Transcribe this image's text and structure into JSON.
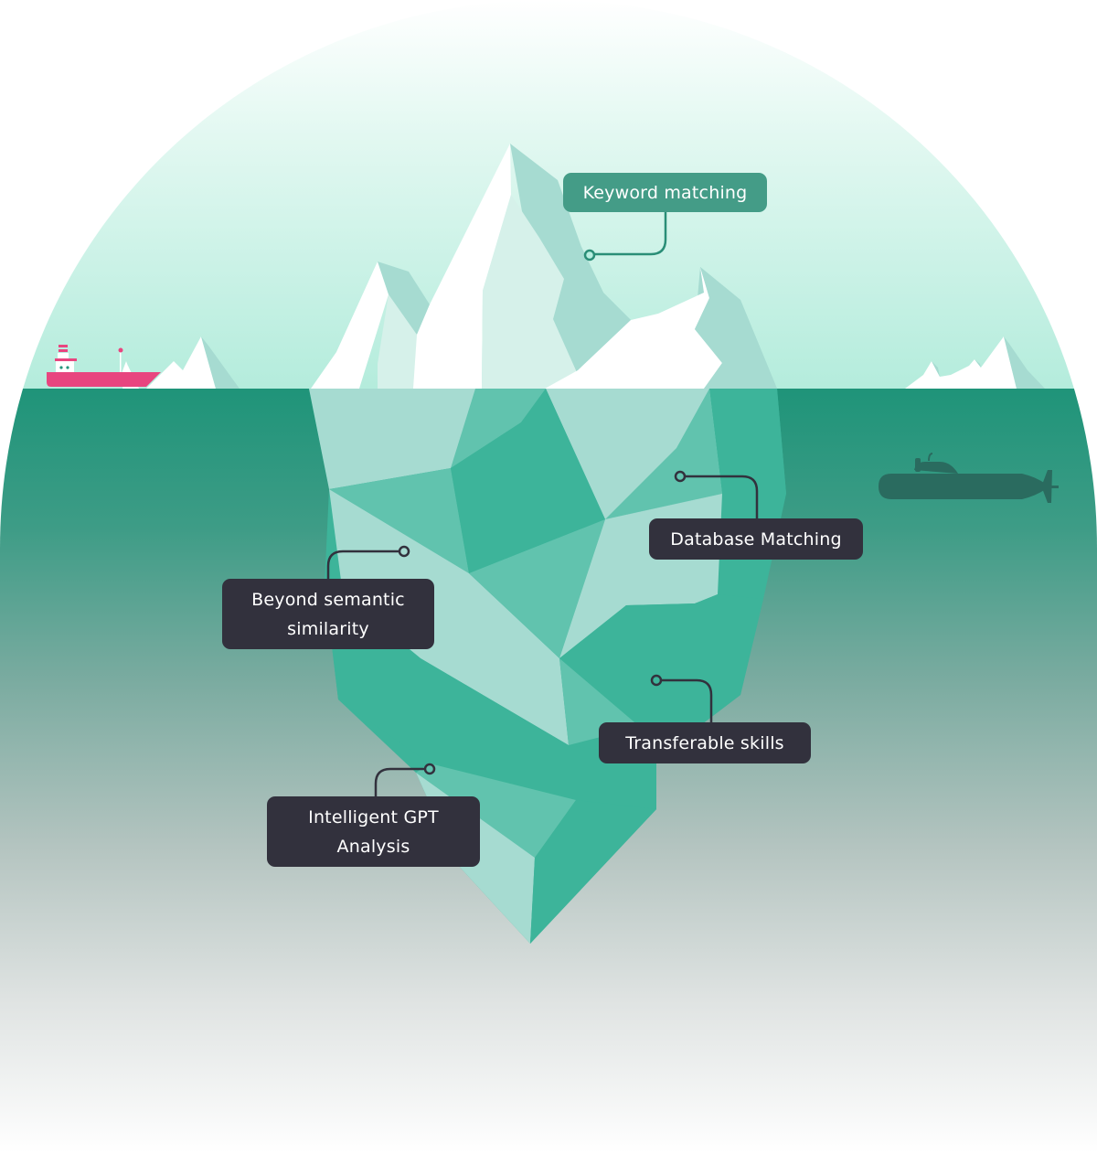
{
  "colors": {
    "sky_top": "#ffffff",
    "sky_bottom": "#b8eee0",
    "sea_top": "#22967b",
    "sea_bottom": "#ffffff",
    "ice_white": "#ffffff",
    "ice_light": "#d6f1ea",
    "ice_shadow": "#a6dbd1",
    "ice_mid": "#61c3ae",
    "ice_dark": "#3db49a",
    "label_dark": "#32313d",
    "label_green": "#449c87",
    "ship": "#e8457f",
    "submarine": "#2a6b5f"
  },
  "labels": {
    "keyword": "Keyword matching",
    "database": "Database Matching",
    "beyond_line1": "Beyond semantic",
    "beyond_line2": "similarity",
    "transferable": "Transferable skills",
    "gpt_line1": "Intelligent GPT",
    "gpt_line2": "Analysis"
  },
  "icons": {
    "ship": "cargo-ship-icon",
    "submarine": "submarine-icon",
    "iceberg": "iceberg-illustration"
  }
}
